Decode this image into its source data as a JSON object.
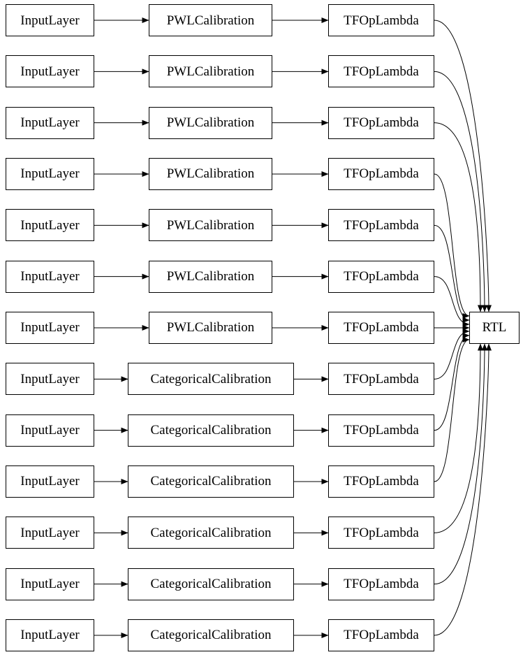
{
  "diagram": {
    "rows": [
      {
        "input": "InputLayer",
        "calibration": "PWLCalibration",
        "op": "TFOpLambda"
      },
      {
        "input": "InputLayer",
        "calibration": "PWLCalibration",
        "op": "TFOpLambda"
      },
      {
        "input": "InputLayer",
        "calibration": "PWLCalibration",
        "op": "TFOpLambda"
      },
      {
        "input": "InputLayer",
        "calibration": "PWLCalibration",
        "op": "TFOpLambda"
      },
      {
        "input": "InputLayer",
        "calibration": "PWLCalibration",
        "op": "TFOpLambda"
      },
      {
        "input": "InputLayer",
        "calibration": "PWLCalibration",
        "op": "TFOpLambda"
      },
      {
        "input": "InputLayer",
        "calibration": "PWLCalibration",
        "op": "TFOpLambda"
      },
      {
        "input": "InputLayer",
        "calibration": "CategoricalCalibration",
        "op": "TFOpLambda"
      },
      {
        "input": "InputLayer",
        "calibration": "CategoricalCalibration",
        "op": "TFOpLambda"
      },
      {
        "input": "InputLayer",
        "calibration": "CategoricalCalibration",
        "op": "TFOpLambda"
      },
      {
        "input": "InputLayer",
        "calibration": "CategoricalCalibration",
        "op": "TFOpLambda"
      },
      {
        "input": "InputLayer",
        "calibration": "CategoricalCalibration",
        "op": "TFOpLambda"
      },
      {
        "input": "InputLayer",
        "calibration": "CategoricalCalibration",
        "op": "TFOpLambda"
      }
    ],
    "output": "RTL",
    "colors": {
      "node_border": "#000000",
      "node_fill": "#ffffff",
      "edge": "#000000",
      "background": "#ffffff"
    }
  }
}
